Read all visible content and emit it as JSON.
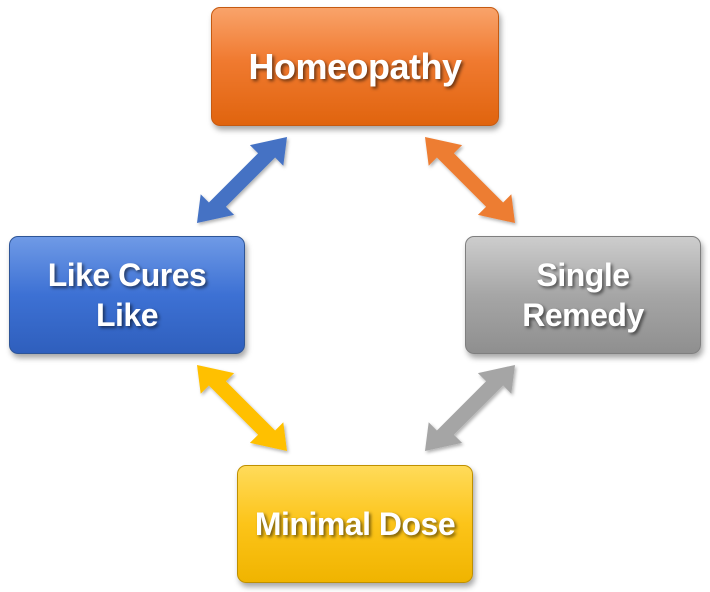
{
  "diagram": {
    "nodes": {
      "top": {
        "label": "Homeopathy",
        "color": "#f07a30"
      },
      "left": {
        "label": "Like Cures\nLike",
        "color": "#3d71d4"
      },
      "right": {
        "label": "Single\nRemedy",
        "color": "#a6a6a6"
      },
      "bottom": {
        "label": "Minimal Dose",
        "color": "#fcc419"
      }
    },
    "arrows": [
      {
        "from": "top",
        "to": "left",
        "type": "double-headed",
        "color": "#4472c4"
      },
      {
        "from": "top",
        "to": "right",
        "type": "double-headed",
        "color": "#ed7d31"
      },
      {
        "from": "left",
        "to": "bottom",
        "type": "double-headed",
        "color": "#ffc000"
      },
      {
        "from": "right",
        "to": "bottom",
        "type": "double-headed",
        "color": "#a5a5a5"
      }
    ]
  }
}
